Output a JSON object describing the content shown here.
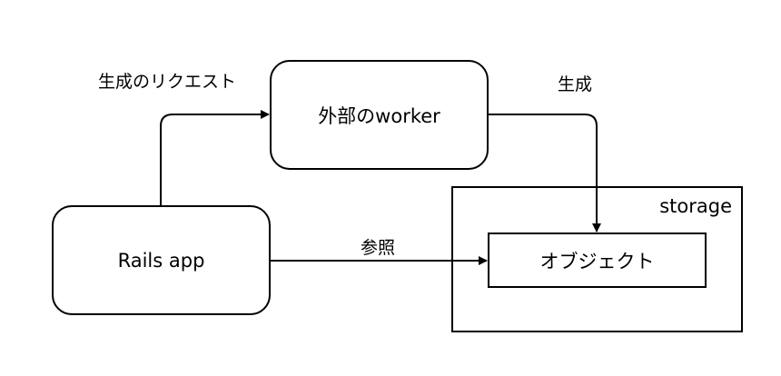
{
  "nodes": {
    "worker": {
      "label": "外部のworker"
    },
    "rails": {
      "label": "Rails app"
    },
    "storage": {
      "label": "storage"
    },
    "object": {
      "label": "オブジェクト"
    }
  },
  "edges": {
    "request": {
      "label": "生成のリクエスト"
    },
    "generate": {
      "label": "生成"
    },
    "reference": {
      "label": "参照"
    }
  }
}
